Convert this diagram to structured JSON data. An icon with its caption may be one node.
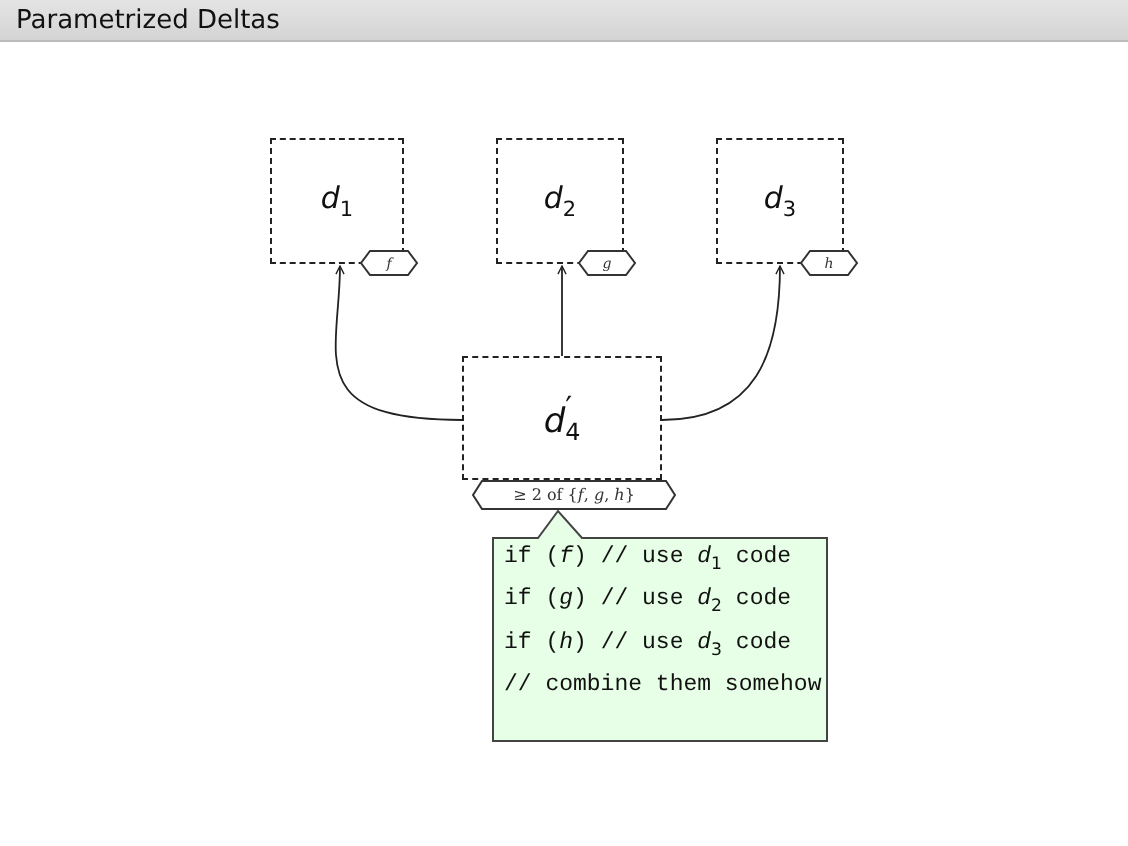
{
  "diagram": {
    "title": "Parametrized Deltas",
    "nodes": [
      {
        "text": [
          "*d*$_{1}$"
        ]
      },
      {
        "text": [
          "f"
        ]
      },
      {
        "text": [
          "*d*$_{2}$"
        ]
      },
      {
        "text": [
          "g"
        ]
      },
      {
        "text": [
          "*d*$_{3}$"
        ]
      },
      {
        "text": [
          "h"
        ]
      },
      {
        "text": [
          "*d*$^{′}$$_{4}$"
        ]
      },
      {
        "text": [
          "≥ 2 of {*f*, *g*, *h*}"
        ]
      },
      {
        "text": [
          "if (*f*) // use *d*$_{1}$ code",
          "if (*g*) // use *d*$_{2}$ code",
          "if (*h*) // use *d*$_{3}$ code",
          "// combine them somehow"
        ]
      }
    ],
    "edges": [
      {
        "from": 6,
        "to": 0,
        "arrow": "to"
      },
      {
        "from": 6,
        "to": 2,
        "arrow": "to"
      },
      {
        "from": 6,
        "to": 4,
        "arrow": "to"
      }
    ]
  }
}
